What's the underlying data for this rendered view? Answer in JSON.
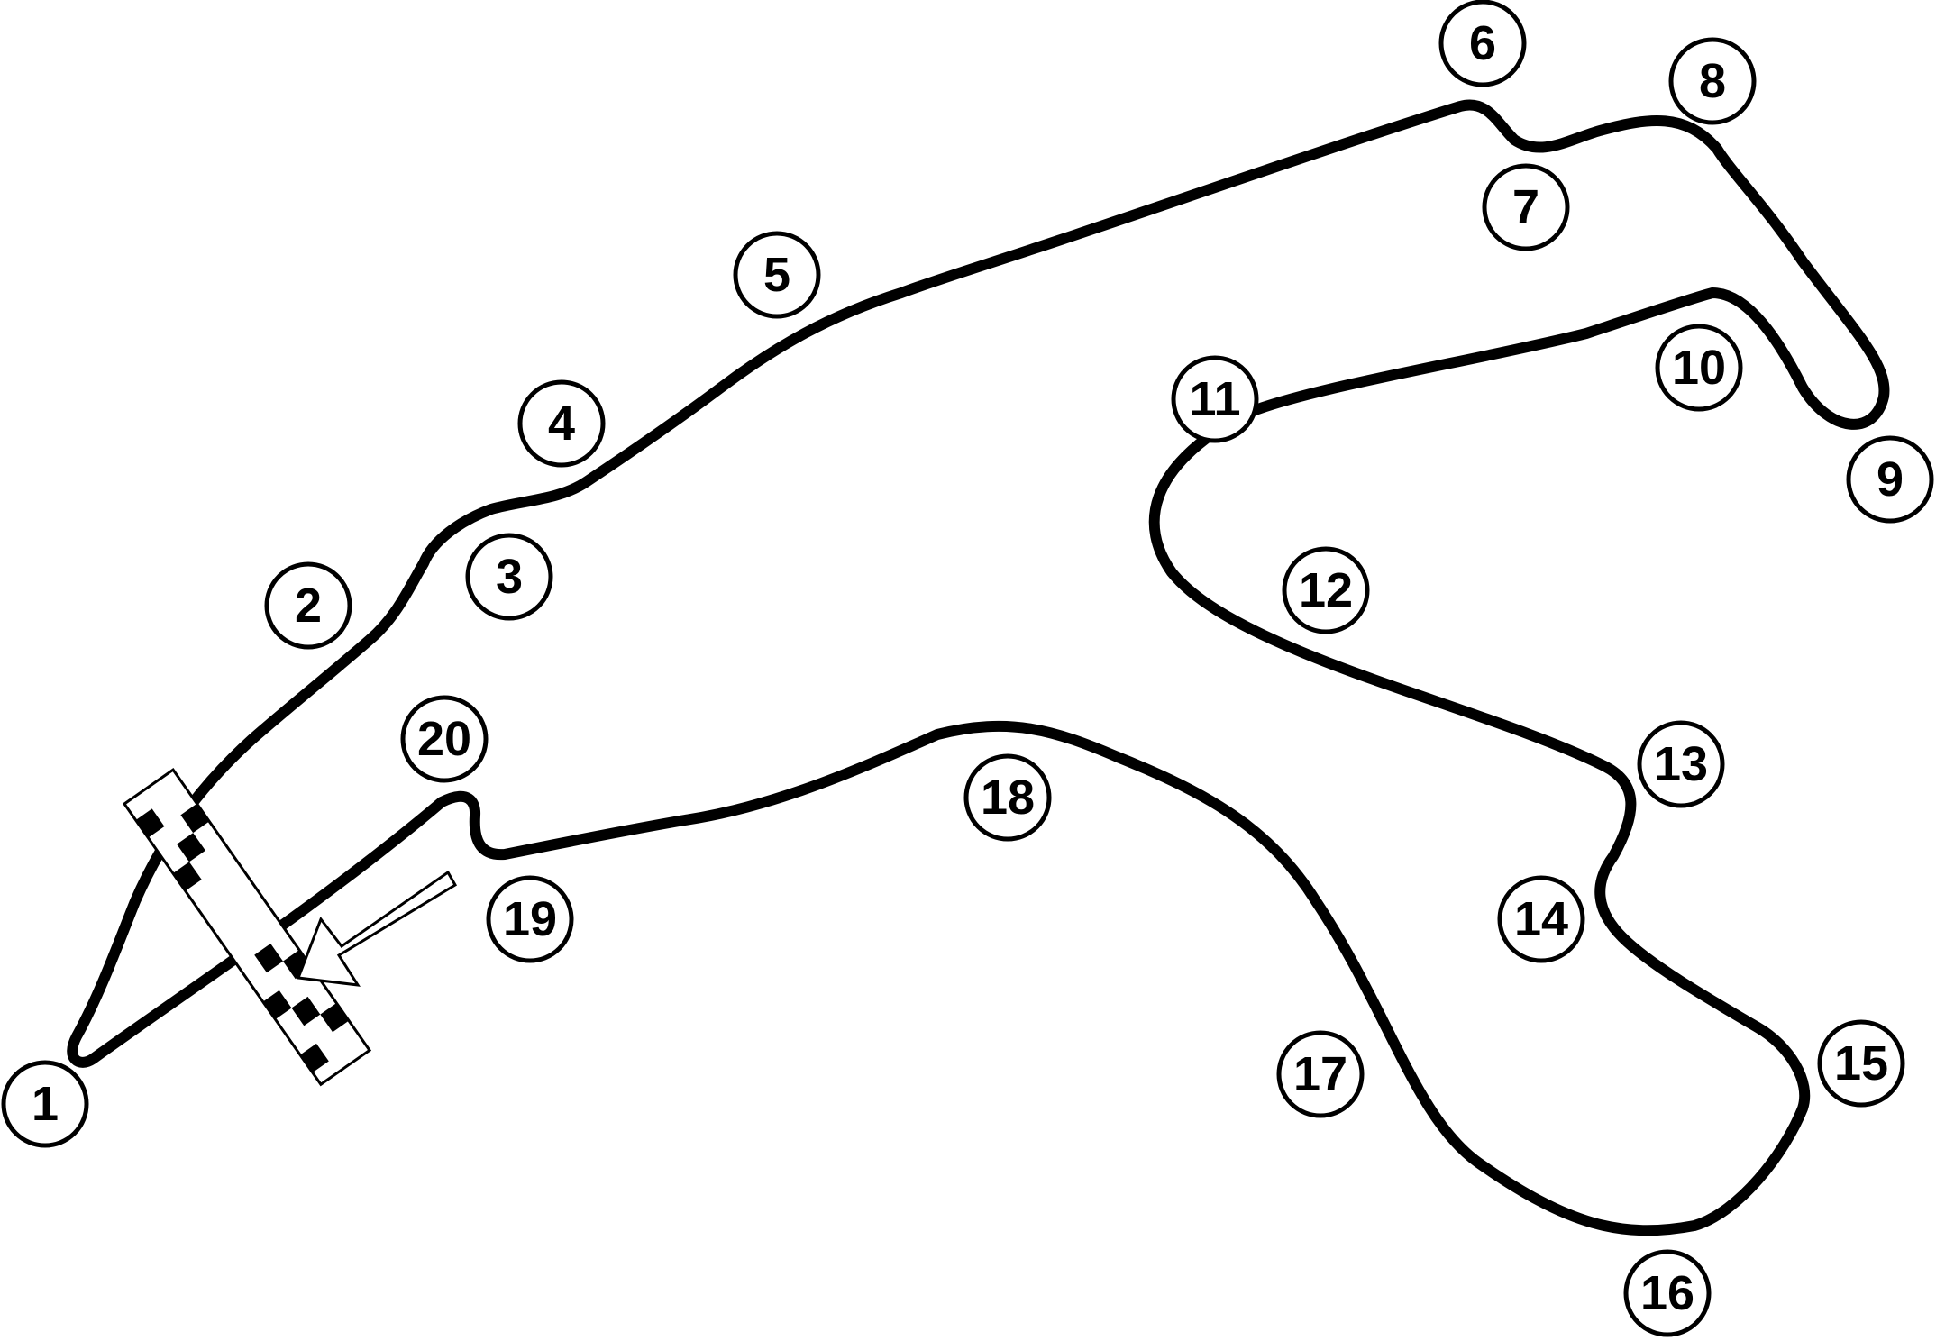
{
  "map": {
    "colors": {
      "track": "#000000",
      "background": "#ffffff"
    },
    "turns": [
      {
        "label": "1"
      },
      {
        "label": "2"
      },
      {
        "label": "3"
      },
      {
        "label": "4"
      },
      {
        "label": "5"
      },
      {
        "label": "6"
      },
      {
        "label": "7"
      },
      {
        "label": "8"
      },
      {
        "label": "9"
      },
      {
        "label": "10"
      },
      {
        "label": "11"
      },
      {
        "label": "12"
      },
      {
        "label": "13"
      },
      {
        "label": "14"
      },
      {
        "label": "15"
      },
      {
        "label": "16"
      },
      {
        "label": "17"
      },
      {
        "label": "18"
      },
      {
        "label": "19"
      },
      {
        "label": "20"
      }
    ],
    "start_finish": {
      "icon": "checkered-flag-icon",
      "direction_icon": "direction-arrow-icon"
    }
  }
}
